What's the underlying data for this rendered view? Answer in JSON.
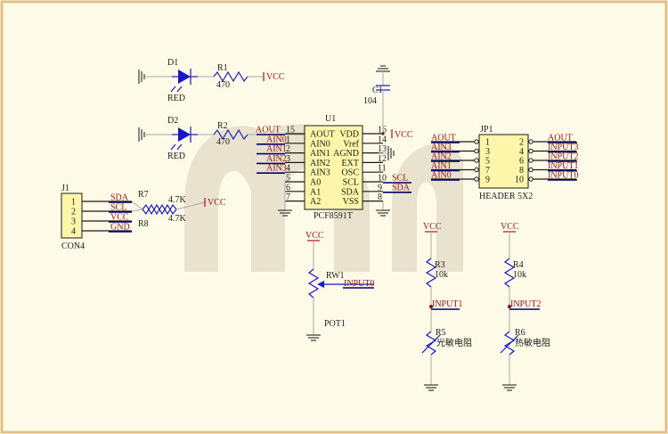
{
  "components": {
    "d1": {
      "ref": "D1",
      "color": "RED"
    },
    "d2": {
      "ref": "D2",
      "color": "RED"
    },
    "r1": {
      "ref": "R1",
      "value": "470"
    },
    "r2": {
      "ref": "R2",
      "value": "470"
    },
    "r7": {
      "ref": "R7",
      "value": "4.7K"
    },
    "r8": {
      "ref": "R8",
      "value": "4.7K"
    },
    "r3": {
      "ref": "R3",
      "value": "10k"
    },
    "r4": {
      "ref": "R4",
      "value": "10k"
    },
    "r5": {
      "ref": "R5",
      "value": "光敏电阻"
    },
    "r6": {
      "ref": "R6",
      "value": "热敏电阻"
    },
    "c1": {
      "ref": "C1",
      "value": "104"
    },
    "rw1": {
      "ref": "RW1",
      "value": "POT1"
    },
    "u1": {
      "ref": "U1",
      "part": "PCF8591T",
      "left_pins": [
        {
          "name": "AOUT",
          "num": "15",
          "net": "AOUT"
        },
        {
          "name": "AIN0",
          "num": "1",
          "net": "AIN0"
        },
        {
          "name": "AIN1",
          "num": "2",
          "net": "AIN1"
        },
        {
          "name": "AIN2",
          "num": "3",
          "net": "AIN2"
        },
        {
          "name": "AIN3",
          "num": "4",
          "net": "AIN3"
        },
        {
          "name": "A0",
          "num": "5",
          "net": ""
        },
        {
          "name": "A1",
          "num": "6",
          "net": ""
        },
        {
          "name": "A2",
          "num": "7",
          "net": ""
        }
      ],
      "right_pins": [
        {
          "name": "VDD",
          "num": "16",
          "net": "VCC"
        },
        {
          "name": "Vref",
          "num": "14",
          "net": ""
        },
        {
          "name": "AGND",
          "num": "13",
          "net": ""
        },
        {
          "name": "EXT",
          "num": "12",
          "net": ""
        },
        {
          "name": "OSC",
          "num": "11",
          "net": ""
        },
        {
          "name": "SCL",
          "num": "10",
          "net": "SCL"
        },
        {
          "name": "SDA",
          "num": "9",
          "net": "SDA"
        },
        {
          "name": "VSS",
          "num": "8",
          "net": ""
        }
      ]
    },
    "j1": {
      "ref": "J1",
      "part": "CON4",
      "pins": [
        "1",
        "2",
        "3",
        "4"
      ],
      "nets": [
        "SDA",
        "SCL",
        "VCC",
        "GND"
      ]
    },
    "jp1": {
      "ref": "JP1",
      "part": "HEADER 5X2",
      "left_nums": [
        "1",
        "3",
        "5",
        "7",
        "9"
      ],
      "right_nums": [
        "2",
        "4",
        "6",
        "8",
        "10"
      ],
      "left_nets": [
        "AOUT",
        "AIN3",
        "AIN2",
        "AIN1",
        "AIN0"
      ],
      "right_nets": [
        "AOUT",
        "INPUT3",
        "INPUT2",
        "INPUT1",
        "INPUT0"
      ]
    }
  },
  "nets": {
    "vcc": "VCC",
    "input0": "INPUT0",
    "input1": "INPUT1",
    "input2": "INPUT2"
  },
  "colors": {
    "frame": "#e3c089",
    "background": "#fdfbe8",
    "wire": "#a9a9a9",
    "net_label": "#a21616",
    "component": "#1717c9",
    "chip_fill": "#fdf5a9"
  }
}
